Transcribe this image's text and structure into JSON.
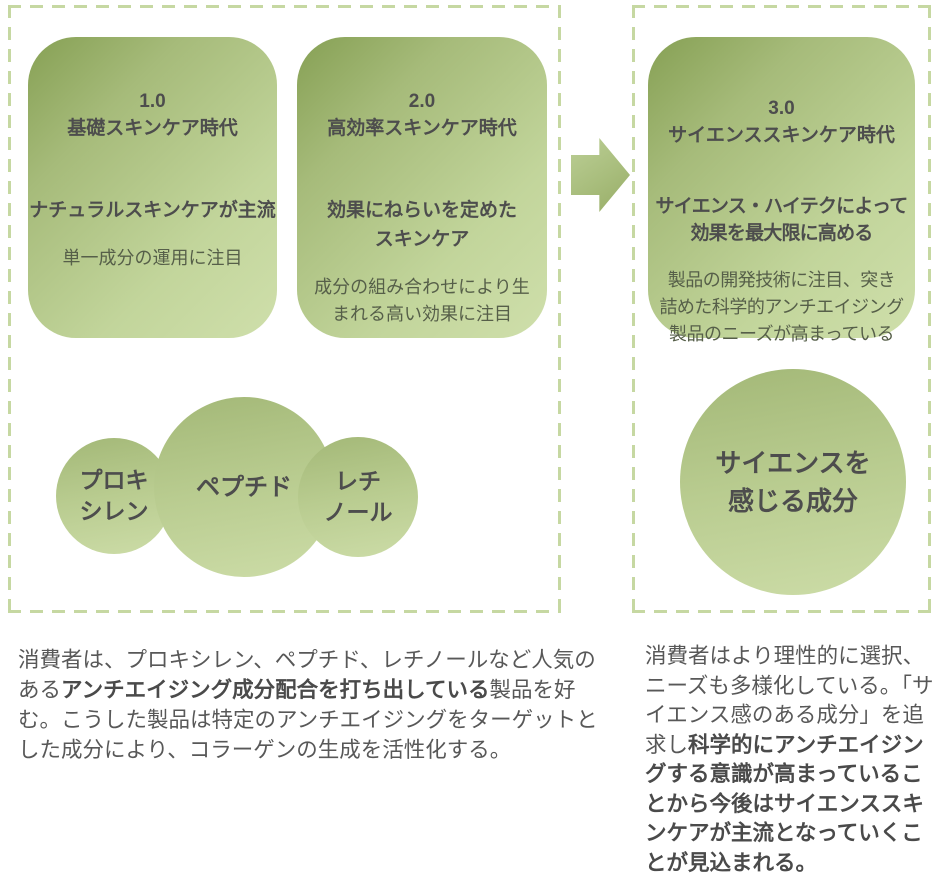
{
  "palette": {
    "dash_border": "#c6d8a2",
    "shape_green_dark": "#86a054",
    "shape_green_light": "#cfdfab",
    "text_dark": "#4d4d4d",
    "text_gray": "#585858"
  },
  "eras": [
    {
      "number": "1.0",
      "title": "基礎スキンケア時代",
      "headline": "ナチュラルスキンケアが主流",
      "body": "単一成分の運用に注目"
    },
    {
      "number": "2.0",
      "title": "高効率スキンケア時代",
      "headline": "効果にねらいを定めた\nスキンケア",
      "body": "成分の組み合わせにより生\nまれる高い効果に注目"
    },
    {
      "number": "3.0",
      "title": "サイエンススキンケア時代",
      "headline": "サイエンス・ハイテクによって\n効果を最大限に高める",
      "body": "製品の開発技術に注目、突き\n詰めた科学的アンチエイジング\n製品のニーズが高まっている"
    }
  ],
  "ingredient_circles": [
    {
      "label": "プロキ\nシレン"
    },
    {
      "label": "ペプチド"
    },
    {
      "label": "レチ\nノール"
    }
  ],
  "science_circle": {
    "label": "サイエンスを\n感じる成分"
  },
  "captions": {
    "left": {
      "segments": [
        {
          "text": "消費者は、プロキシレン、ペプチド、レチノールなど人気のある",
          "bold": false
        },
        {
          "text": "アンチエイジング成分配合を打ち出している",
          "bold": true
        },
        {
          "text": "製品を好む。こうした製品は特定のアンチエイジングをターゲットとした成分により、コラーゲンの生成を活性化する。",
          "bold": false
        }
      ]
    },
    "right": {
      "segments": [
        {
          "text": "消費者はより理性的に選択、ニーズも多様化している。「サイエンス感のある成分」を追求し",
          "bold": false
        },
        {
          "text": "科学的にアンチエイジングする意識が高まっていることから今後はサイエンススキンケアが主流となっていくことが見込まれる。",
          "bold": true
        }
      ]
    }
  }
}
